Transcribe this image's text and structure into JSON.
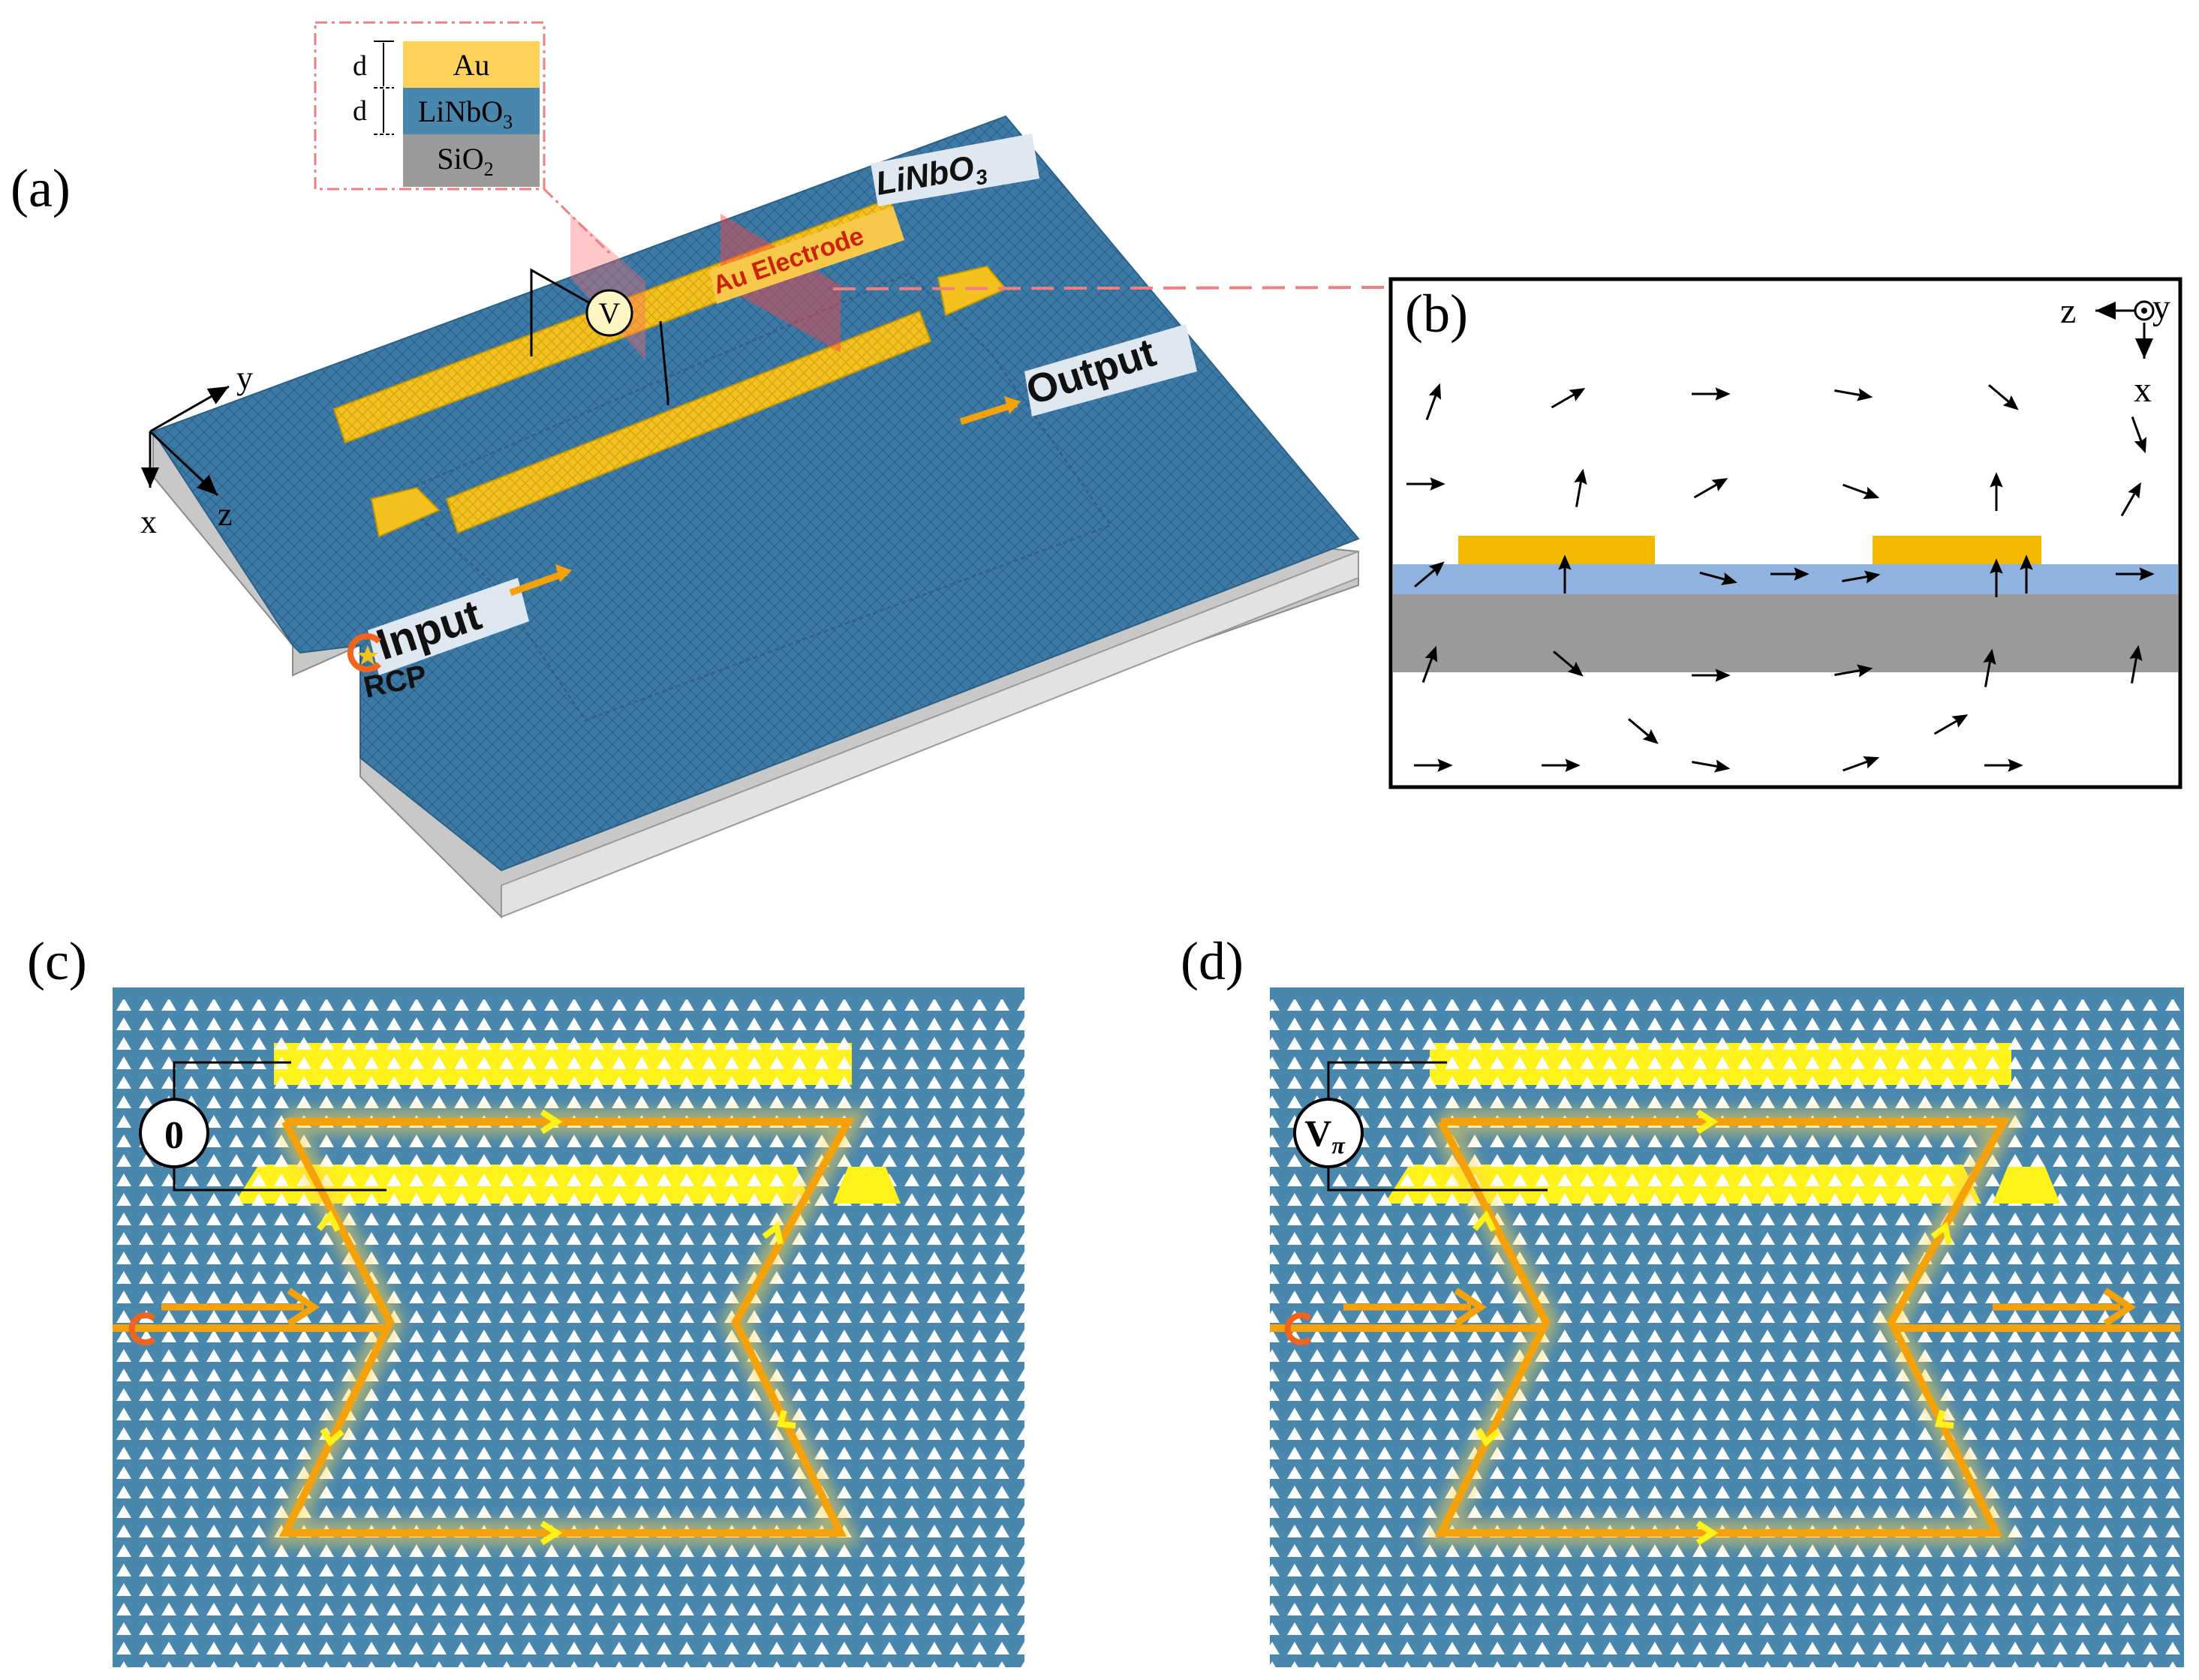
{
  "panels": {
    "a": "(a)",
    "b": "(b)",
    "c": "(c)",
    "d": "(d)"
  },
  "stack": {
    "d1": "d",
    "d2": "d",
    "au": "Au",
    "linbo3_main": "LiNbO",
    "linbo3_sub": "3",
    "sio2_main": "SiO",
    "sio2_sub": "2"
  },
  "device": {
    "material_main": "LiNbO",
    "material_sub": "3",
    "electrode": "Au Electrode",
    "voltage": "V",
    "output": "Output",
    "input": "Input",
    "polarization": "RCP",
    "axis_y": "y",
    "axis_x": "x",
    "axis_z": "z"
  },
  "field_panel": {
    "axis_z": "z",
    "axis_y": "y",
    "axis_x": "x"
  },
  "voltages": {
    "c_label": "0",
    "d_main": "V",
    "d_sub": "π"
  },
  "colors": {
    "lattice_blue": "#4a87ad",
    "gold": "#f5c518",
    "bright_yellow": "#fff21a",
    "light_blue_layer": "#8fb2df",
    "gray_layer": "#9a9a9a",
    "orange_path": "#f5a20a",
    "rcp_orange": "#f0641e",
    "dash_red": "#ef8080"
  }
}
